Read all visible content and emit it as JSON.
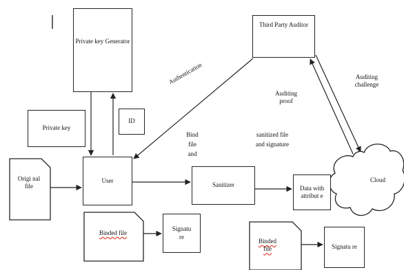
{
  "nodes": {
    "pkg": "Private key Generator",
    "private_key": "Private key",
    "id": "ID",
    "tpa": "Third Party Auditor",
    "original_file": "Origi nal file",
    "user": "User",
    "sanitizer": "Sanitizer",
    "data_attr": "Data with attribut e",
    "cloud": "Cloud",
    "binded_file_1": "Binded file",
    "signature_1": "Signatu re",
    "binded_file_2": "Binded file",
    "signature_2": "Signatu re"
  },
  "edge_labels": {
    "authentication": "Authentication",
    "bind_file": "Bind file and",
    "sanitized": "sanitized file and signature",
    "auditing_proof": "Auditing proof",
    "auditing_challenge": "Auditing challenge"
  },
  "colors": {
    "stroke": "#222222",
    "spellcheck": "#dd2211"
  }
}
